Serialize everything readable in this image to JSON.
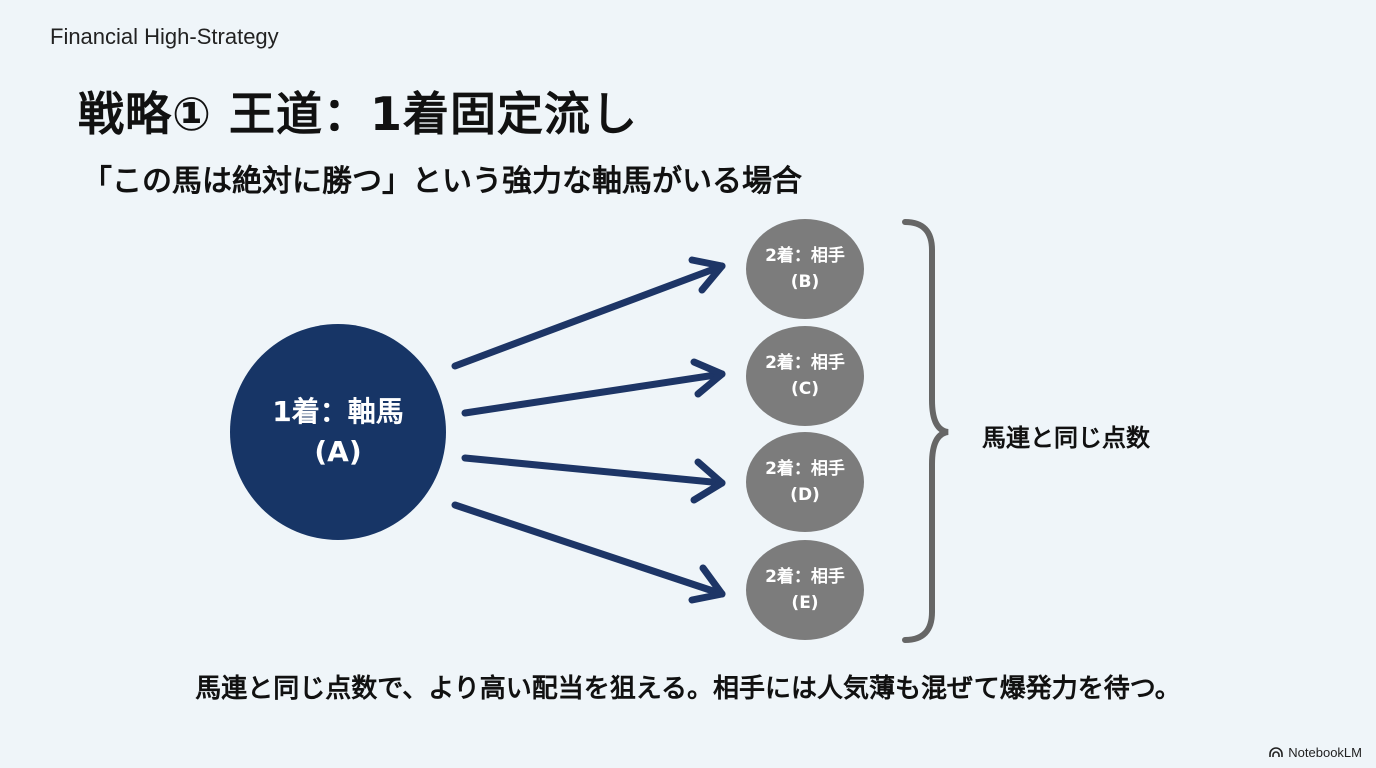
{
  "header": {
    "kicker": "Financial High-Strategy",
    "title": "戦略① 王道：1着固定流し",
    "subtitle": "「この馬は絶対に勝つ」という強力な軸馬がいる場合"
  },
  "diagram": {
    "main_node": {
      "line1": "1着：軸馬",
      "line2": "(A)"
    },
    "sub_nodes": [
      {
        "line1": "2着：相手",
        "line2": "(B)"
      },
      {
        "line1": "2着：相手",
        "line2": "(C)"
      },
      {
        "line1": "2着：相手",
        "line2": "(D)"
      },
      {
        "line1": "2着：相手",
        "line2": "(E)"
      }
    ],
    "brace_label": "馬連と同じ点数",
    "colors": {
      "main": "#173566",
      "sub": "#7c7c7c",
      "arrow": "#1d3566",
      "brace": "#666666"
    }
  },
  "footer": "馬連と同じ点数で、より高い配当を狙える。相手には人気薄も混ぜて爆発力を待つ。",
  "brand": {
    "label": "NotebookLM",
    "icon": "notebooklm-logo-icon"
  }
}
